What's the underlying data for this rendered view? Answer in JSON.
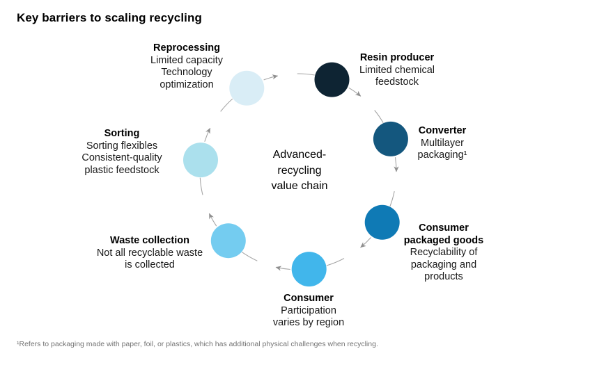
{
  "page": {
    "title": "Key barriers to scaling recycling",
    "footnote": "¹Refers to packaging made with paper, foil, or plastics, which has additional physical challenges when recycling."
  },
  "diagram": {
    "center_label": {
      "lines": [
        "Advanced-",
        "recycling",
        "value chain"
      ]
    },
    "flow_direction": "clockwise",
    "arrow_color": "#A6A6A6",
    "arrowhead_color": "#8F8F8F",
    "nodes": [
      {
        "id": "reprocessing",
        "name": "Reprocessing",
        "color": "#D9EDF6",
        "name_lines": [
          "Reprocessing"
        ],
        "detail_lines": [
          "Limited capacity",
          "Technology",
          "optimization"
        ]
      },
      {
        "id": "resin-producer",
        "name": "Resin producer",
        "color": "#0E2433",
        "name_lines": [
          "Resin producer"
        ],
        "detail_lines": [
          "Limited chemical",
          "feedstock"
        ]
      },
      {
        "id": "converter",
        "name": "Converter",
        "color": "#14577E",
        "name_lines": [
          "Converter"
        ],
        "detail_lines": [
          "Multilayer",
          "packaging¹"
        ]
      },
      {
        "id": "consumer-packaged-goods",
        "name": "Consumer packaged goods",
        "color": "#0F7AB5",
        "name_lines": [
          "Consumer",
          "packaged goods"
        ],
        "detail_lines": [
          "Recyclability of",
          "packaging and",
          "products"
        ]
      },
      {
        "id": "consumer",
        "name": "Consumer",
        "color": "#41B6EB",
        "name_lines": [
          "Consumer"
        ],
        "detail_lines": [
          "Participation",
          "varies by region"
        ]
      },
      {
        "id": "waste-collection",
        "name": "Waste collection",
        "color": "#74CCF0",
        "name_lines": [
          "Waste collection"
        ],
        "detail_lines": [
          "Not all recyclable waste",
          "is collected"
        ]
      },
      {
        "id": "sorting",
        "name": "Sorting",
        "color": "#ABE0ED",
        "name_lines": [
          "Sorting"
        ],
        "detail_lines": [
          "Sorting flexibles",
          "Consistent-quality",
          "plastic feedstock"
        ]
      }
    ]
  }
}
